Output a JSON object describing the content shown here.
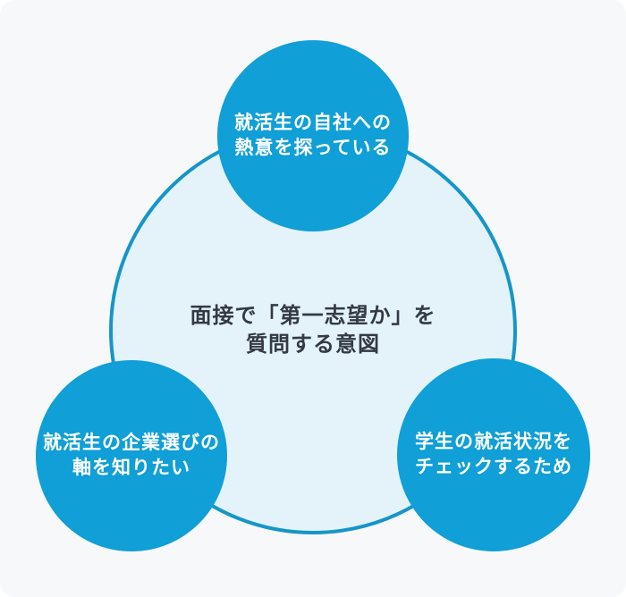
{
  "diagram": {
    "type": "venn-infographic",
    "center_circle": {
      "title_lines": [
        "面接で「第一志望か」を",
        "質問する意図"
      ],
      "title_full": "面接で「第一志望か」を質問する意図"
    },
    "reason_circles": [
      {
        "position": "top",
        "lines": [
          "就活生の自社への",
          "熱意を探っている"
        ],
        "full_text": "就活生の自社への熱意を探っている"
      },
      {
        "position": "bottom-left",
        "lines": [
          "就活生の企業選びの",
          "軸を知りたい"
        ],
        "full_text": "就活生の企業選びの軸を知りたい"
      },
      {
        "position": "bottom-right",
        "lines": [
          "学生の就活状況を",
          "チェックするため"
        ],
        "full_text": "学生の就活状況をチェックするため"
      }
    ]
  },
  "colors": {
    "primary_blue": "#109fd6",
    "stroke_blue": "#1596c8",
    "light_blue_fill": "#e4f2fa",
    "center_text": "#333a42",
    "circle_text": "#ffffff",
    "card_bg": "#f7f8f9",
    "outer_bg": "#ffffff"
  }
}
